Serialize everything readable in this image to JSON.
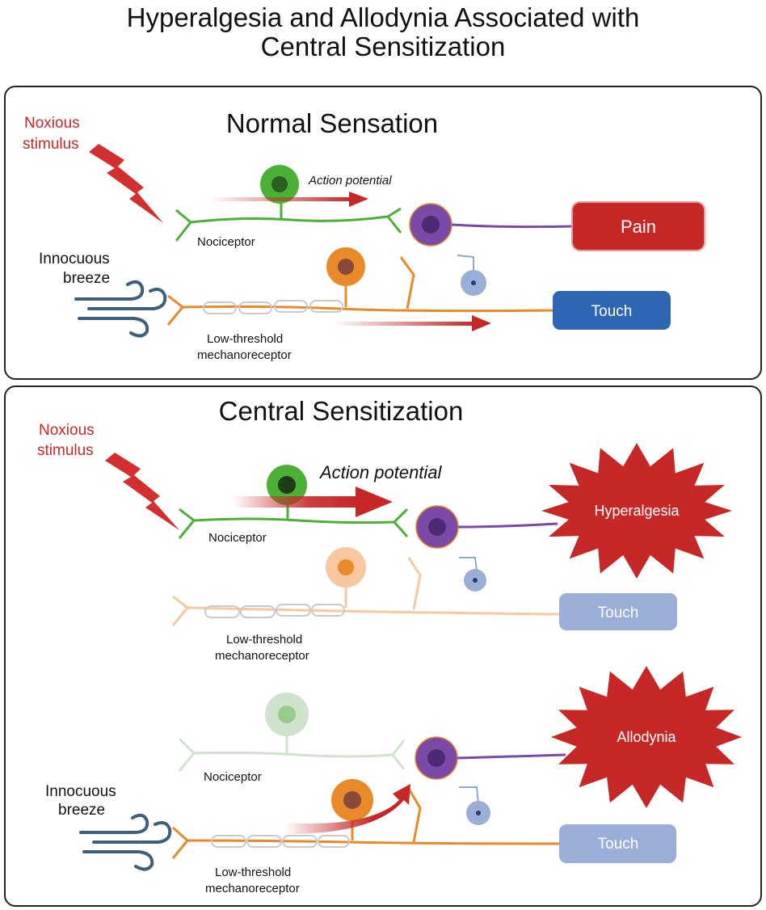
{
  "title": {
    "line1": "Hyperalgesia and Allodynia Associated with",
    "line2": "Central Sensitization"
  },
  "colors": {
    "red": "#c62828",
    "green": "#4caf36",
    "orange": "#e8892a",
    "purple": "#7b4aa6",
    "blue": "#2f66b3",
    "light_blue": "#9aaed8",
    "pale_orange": "#f7c7a0",
    "pale_green": "#cfe3cc"
  },
  "panels": {
    "normal": {
      "title": "Normal Sensation",
      "noxious_line1": "Noxious",
      "noxious_line2": "stimulus",
      "action_potential": "Action potential",
      "nociceptor": "Nociceptor",
      "innocuous_line1": "Innocuous",
      "innocuous_line2": "breeze",
      "ltm_line1": "Low-threshold",
      "ltm_line2": "mechanoreceptor",
      "pain": "Pain",
      "touch": "Touch"
    },
    "central": {
      "title": "Central Sensitization",
      "noxious_line1": "Noxious",
      "noxious_line2": "stimulus",
      "action_potential": "Action potential",
      "nociceptor": "Nociceptor",
      "hyperalgesia": "Hyperalgesia",
      "ltm_line1": "Low-threshold",
      "ltm_line2": "mechanoreceptor",
      "touch": "Touch",
      "nociceptor2": "Nociceptor",
      "allodynia": "Allodynia",
      "innocuous_line1": "Innocuous",
      "innocuous_line2": "breeze",
      "ltm2_line1": "Low-threshold",
      "ltm2_line2": "mechanoreceptor",
      "touch2": "Touch"
    }
  }
}
